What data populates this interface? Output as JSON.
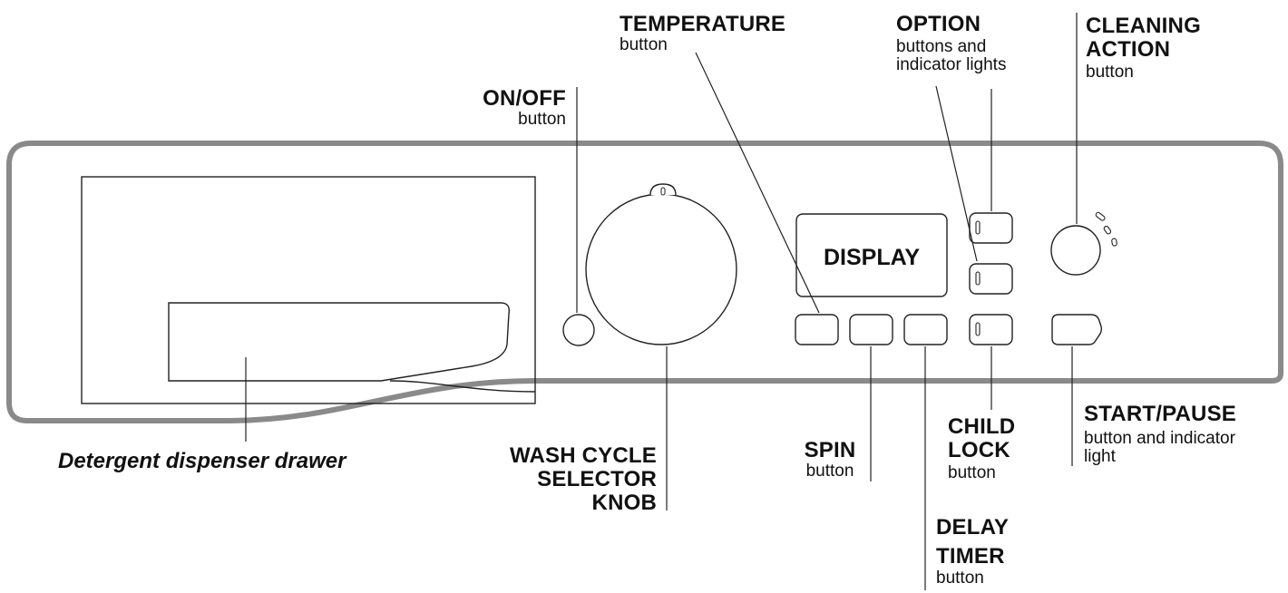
{
  "display": {
    "text": "DISPLAY"
  },
  "labels": {
    "temperature": {
      "title": "TEMPERATURE",
      "sub": "button"
    },
    "option": {
      "title": "OPTION",
      "sub1": "buttons and",
      "sub2": "indicator lights"
    },
    "cleaning": {
      "title1": "CLEANING",
      "title2": "ACTION",
      "sub": "button"
    },
    "onoff": {
      "title": "ON/OFF",
      "sub": "button"
    },
    "drawer": {
      "title": "Detergent dispenser drawer"
    },
    "wash_cycle": {
      "line1": "WASH CYCLE",
      "line2": "SELECTOR",
      "line3": "KNOB"
    },
    "spin": {
      "title": "SPIN",
      "sub": "button"
    },
    "child_lock": {
      "title1": "CHILD",
      "title2": "LOCK",
      "sub": "button"
    },
    "start_pause": {
      "title": "START/PAUSE",
      "sub1": "button and indicator",
      "sub2": "light"
    },
    "delay_timer": {
      "title1": "DELAY",
      "title2": "TIMER",
      "sub": "button"
    }
  },
  "colors": {
    "stroke": "#222222",
    "panel_outline": "#8a8a8a",
    "text": "#111111"
  }
}
